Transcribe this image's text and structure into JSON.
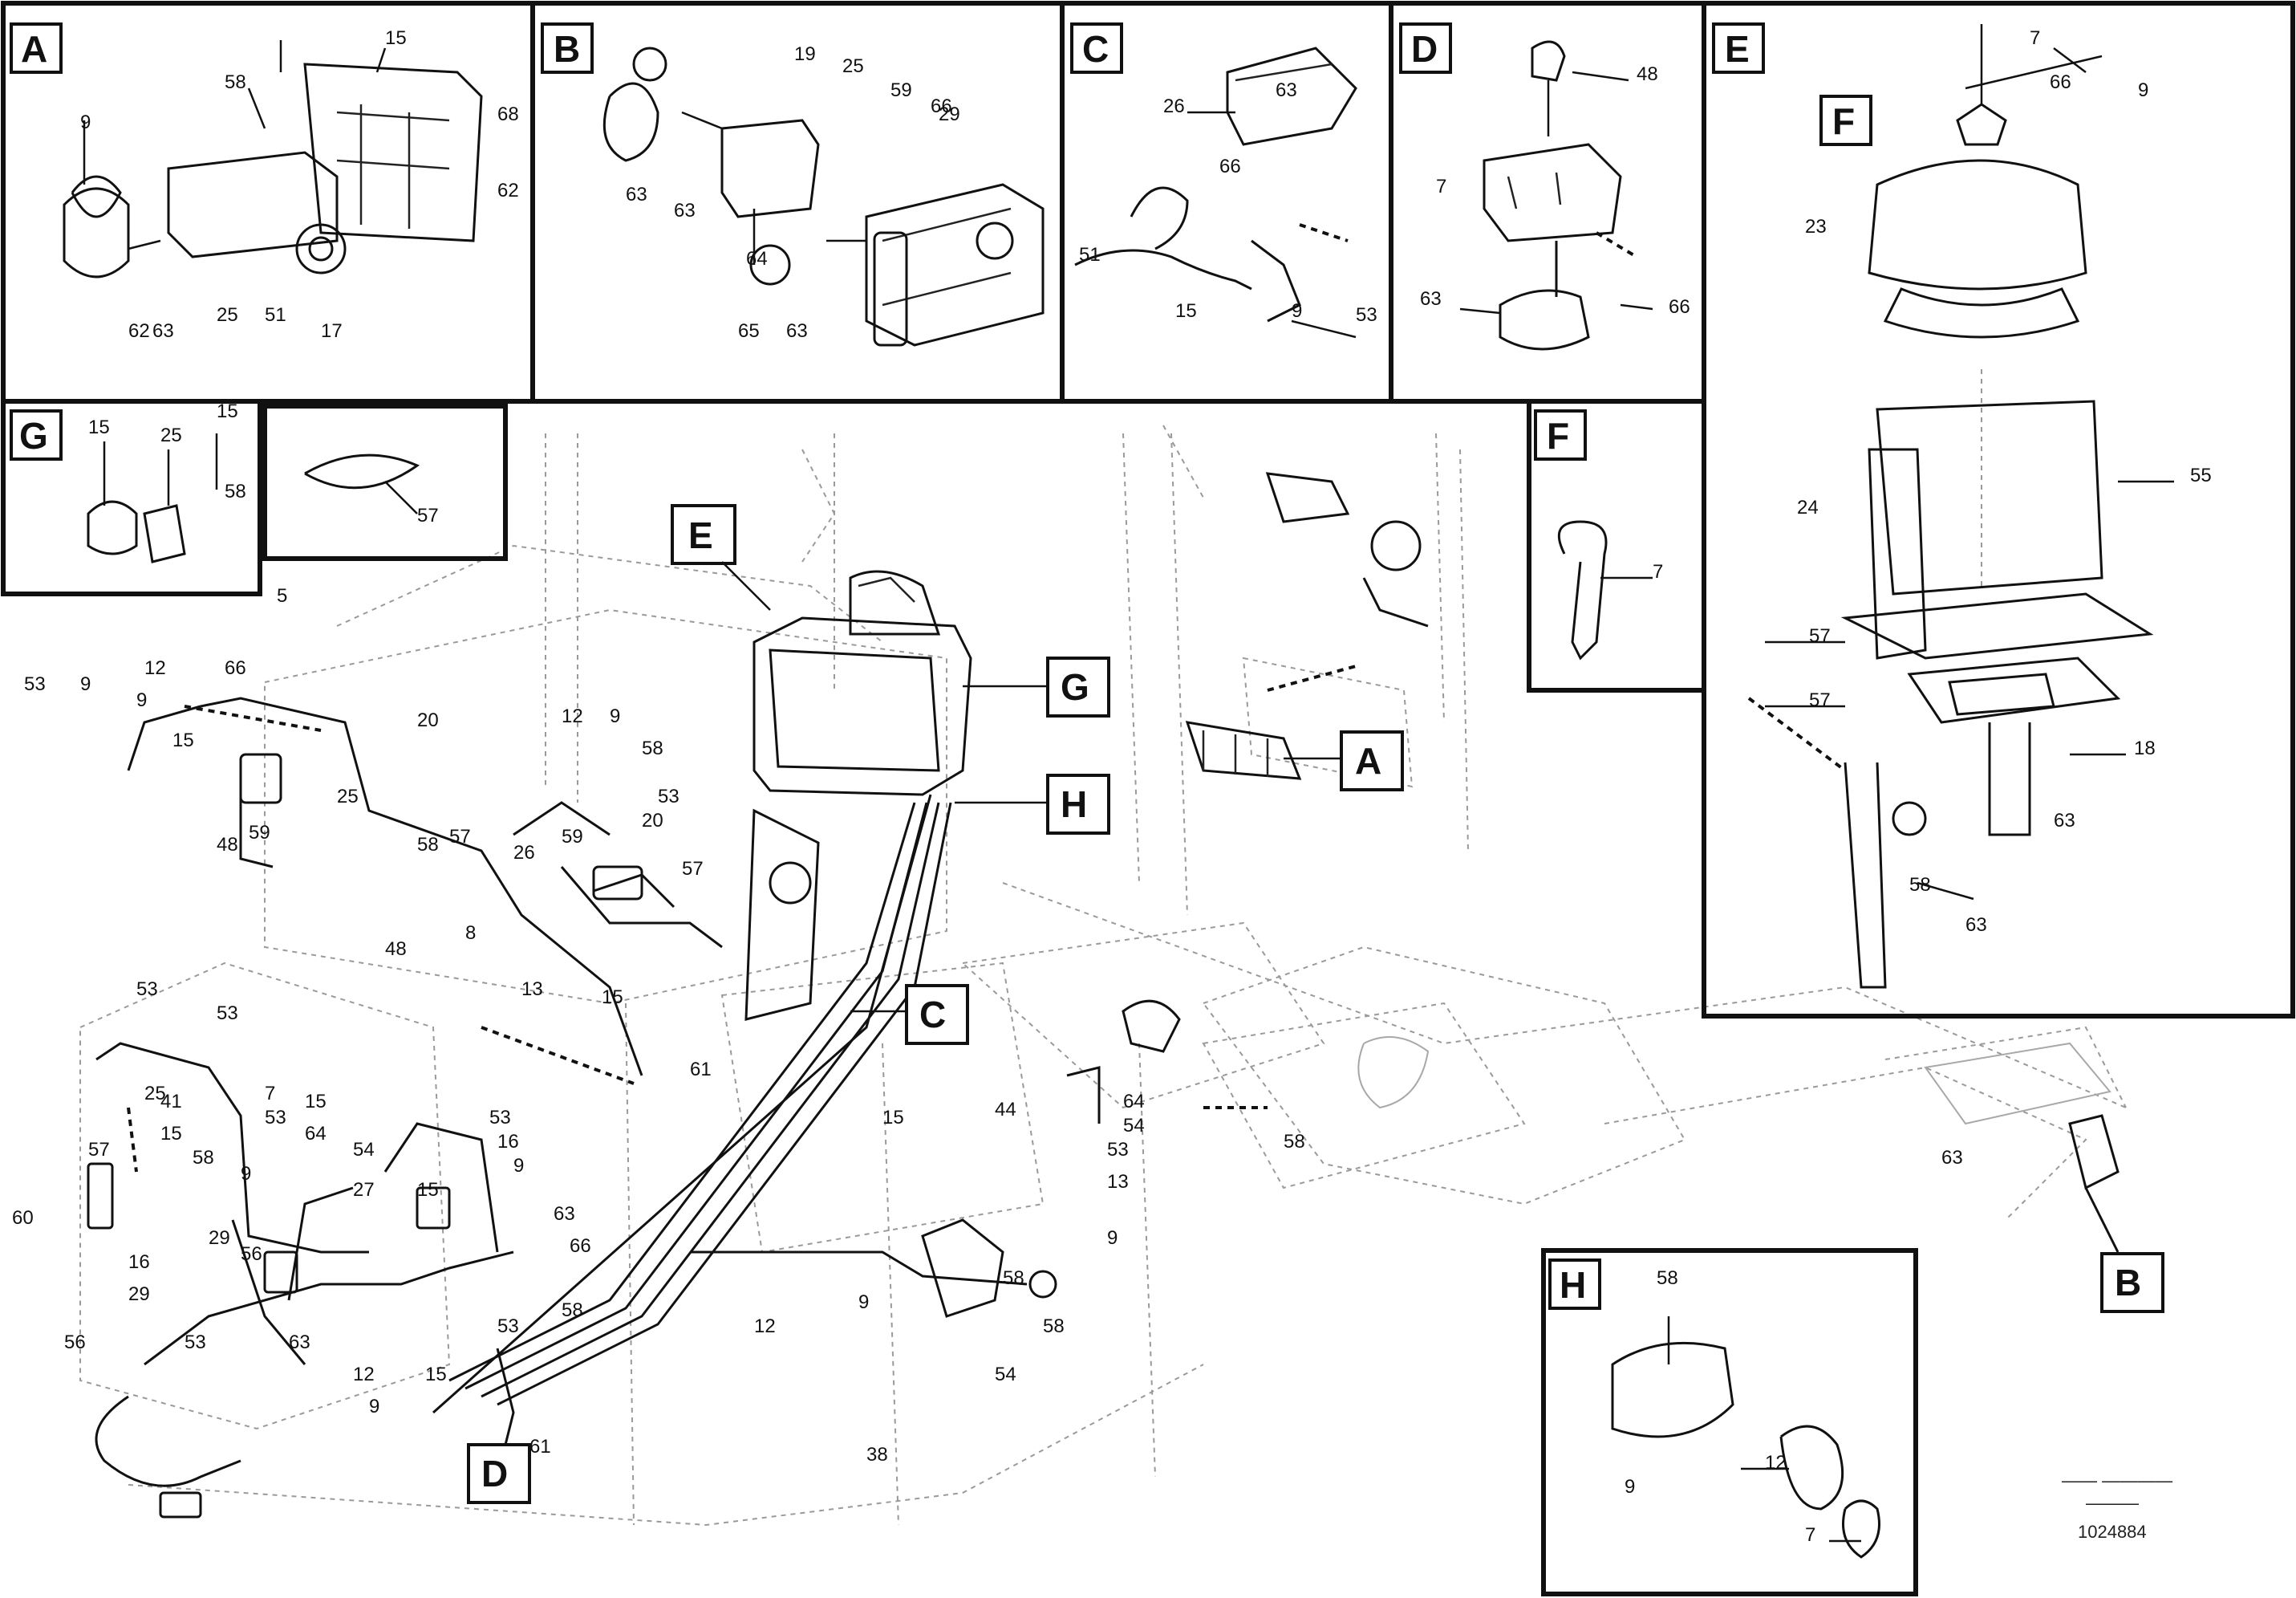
{
  "detail_labels": {
    "A": "A",
    "B": "B",
    "C": "C",
    "D": "D",
    "E": "E",
    "F": "F",
    "G": "G",
    "H": "H"
  },
  "part_numbers": {
    "a": [
      "9",
      "58",
      "62",
      "15",
      "68",
      "62",
      "63",
      "51",
      "25",
      "17"
    ],
    "b": [
      "19",
      "25",
      "59",
      "66",
      "29",
      "63",
      "63",
      "64",
      "65",
      "63"
    ],
    "c": [
      "26",
      "66",
      "63",
      "9",
      "51",
      "15",
      "53"
    ],
    "d": [
      "48",
      "7",
      "63",
      "66"
    ],
    "e": [
      "7",
      "66",
      "9",
      "23",
      "24",
      "55",
      "57",
      "57",
      "18",
      "63",
      "58",
      "63"
    ],
    "f": [
      "7"
    ],
    "g": [
      "15",
      "25",
      "15",
      "58"
    ],
    "g2": [
      "57"
    ],
    "h": [
      "58",
      "12",
      "9",
      "7"
    ],
    "main": [
      "5",
      "12",
      "9",
      "53",
      "9",
      "66",
      "15",
      "25",
      "20",
      "58",
      "59",
      "48",
      "57",
      "59",
      "12",
      "9",
      "58",
      "53",
      "20",
      "57",
      "26",
      "48",
      "8",
      "13",
      "15",
      "61",
      "53",
      "53",
      "25",
      "57",
      "60",
      "41",
      "15",
      "58",
      "9",
      "7",
      "15",
      "53",
      "64",
      "54",
      "27",
      "15",
      "53",
      "16",
      "9",
      "63",
      "66",
      "29",
      "56",
      "16",
      "29",
      "53",
      "56",
      "63",
      "12",
      "15",
      "9",
      "61",
      "53",
      "58",
      "12",
      "9",
      "58",
      "58",
      "54",
      "38",
      "15",
      "64",
      "54",
      "44",
      "53",
      "13",
      "9",
      "58",
      "63"
    ]
  },
  "footer": {
    "line1": "—— ————",
    "line2": "———",
    "code": "1024884"
  }
}
